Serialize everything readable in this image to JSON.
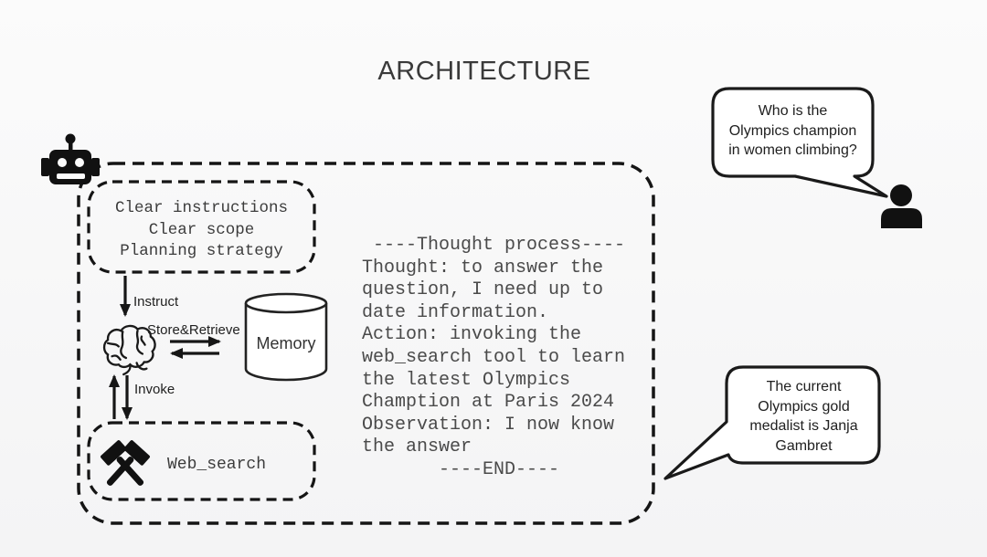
{
  "title": "ARCHITECTURE",
  "colors": {
    "background": "#f7f7f7",
    "line": "#161616",
    "muted_text": "#474747",
    "bubble_fill": "#ffffff"
  },
  "agent_container": {
    "planning_box": {
      "text": "Clear instructions\nClear scope\nPlanning strategy"
    },
    "instruct_label": "Instruct",
    "store_retrieve_label": "Store&Retrieve",
    "invoke_label": "Invoke",
    "memory_label": "Memory",
    "web_search_label": "Web_search",
    "thought_process": " ----Thought process----\nThought: to answer the\nquestion, I need up to\ndate information.\nAction: invoking the\nweb_search tool to learn\nthe latest Olympics\nChamption at Paris 2024\nObservation: I now know\nthe answer\n       ----END----"
  },
  "question_bubble": {
    "text": "Who is the\nOlympics champion\nin women climbing?"
  },
  "answer_bubble": {
    "text": "The current\nOlympics gold\nmedalist is Janja\nGambret"
  },
  "icons": {
    "robot": "robot-icon",
    "brain": "brain-icon",
    "memory": "database-cylinder-icon",
    "tools": "crossed-hammers-icon",
    "user": "person-icon"
  }
}
